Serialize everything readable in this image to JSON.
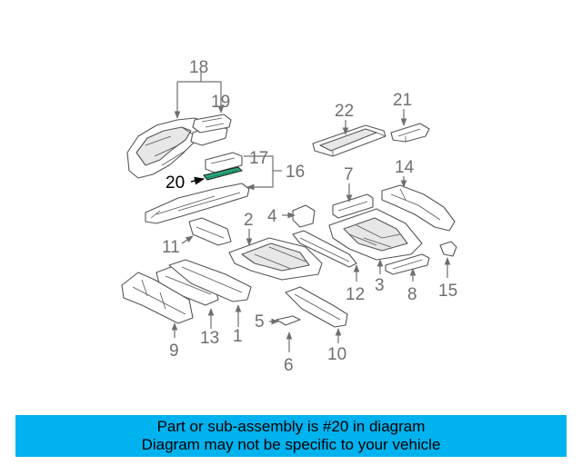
{
  "diagram": {
    "callouts": [
      "1",
      "2",
      "3",
      "4",
      "5",
      "6",
      "7",
      "8",
      "9",
      "10",
      "11",
      "12",
      "13",
      "14",
      "15",
      "16",
      "17",
      "18",
      "19",
      "20",
      "21",
      "22"
    ],
    "highlighted_part": "20"
  },
  "banner": {
    "line1": "Part or sub-assembly is #20 in diagram",
    "line2": "Diagram may not be specific to your vehicle",
    "background": "#00b2ee"
  }
}
